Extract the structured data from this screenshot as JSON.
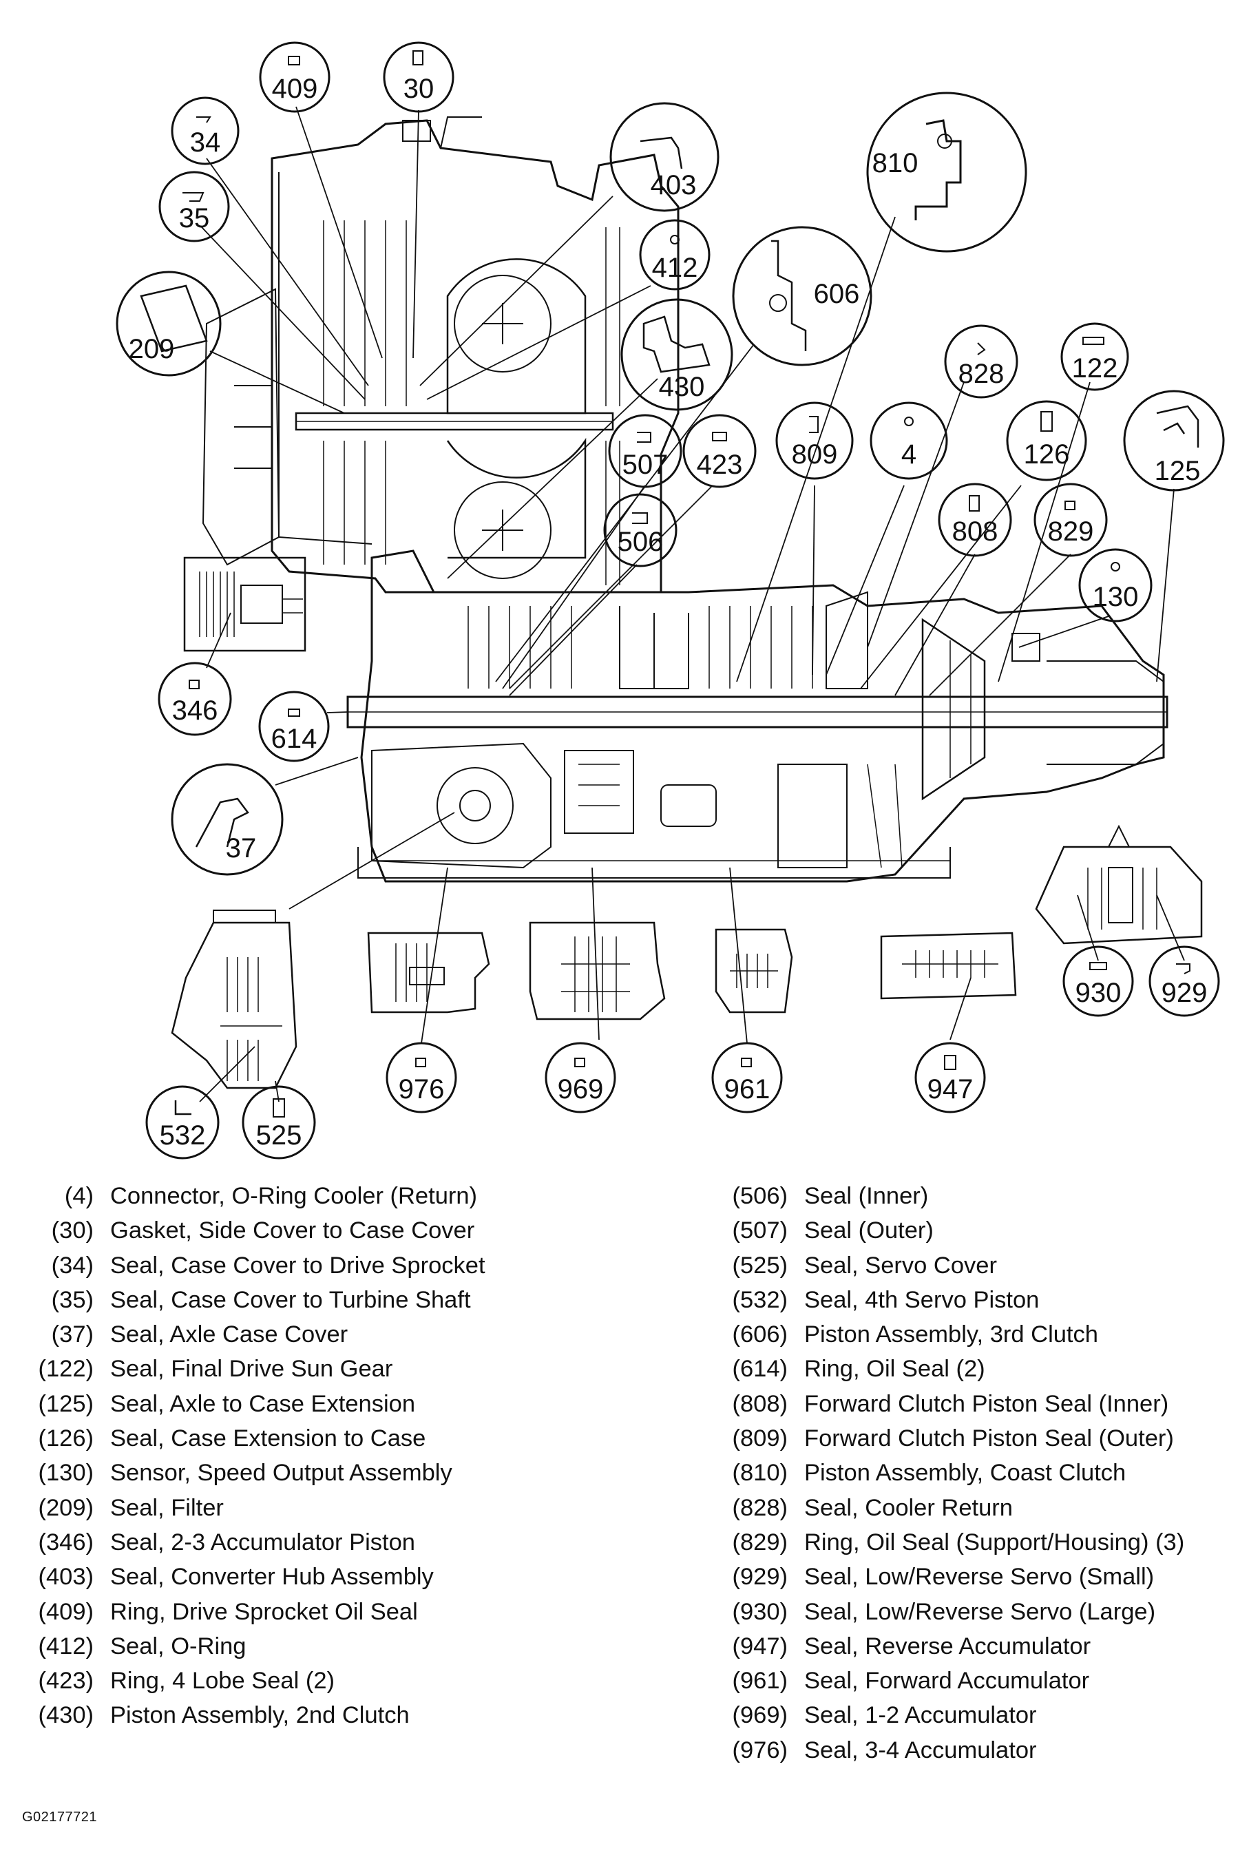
{
  "callouts": [
    {
      "id": "409",
      "label": "409"
    },
    {
      "id": "30",
      "label": "30"
    },
    {
      "id": "34",
      "label": "34"
    },
    {
      "id": "35",
      "label": "35"
    },
    {
      "id": "209",
      "label": "209"
    },
    {
      "id": "403",
      "label": "403"
    },
    {
      "id": "412",
      "label": "412"
    },
    {
      "id": "430",
      "label": "430"
    },
    {
      "id": "606",
      "label": "606"
    },
    {
      "id": "810",
      "label": "810"
    },
    {
      "id": "828",
      "label": "828"
    },
    {
      "id": "122",
      "label": "122"
    },
    {
      "id": "125",
      "label": "125"
    },
    {
      "id": "507",
      "label": "507"
    },
    {
      "id": "423",
      "label": "423"
    },
    {
      "id": "809",
      "label": "809"
    },
    {
      "id": "4",
      "label": "4"
    },
    {
      "id": "126",
      "label": "126"
    },
    {
      "id": "506",
      "label": "506"
    },
    {
      "id": "808",
      "label": "808"
    },
    {
      "id": "829",
      "label": "829"
    },
    {
      "id": "130",
      "label": "130"
    },
    {
      "id": "346",
      "label": "346"
    },
    {
      "id": "614",
      "label": "614"
    },
    {
      "id": "37",
      "label": "37"
    },
    {
      "id": "930",
      "label": "930"
    },
    {
      "id": "929",
      "label": "929"
    },
    {
      "id": "976",
      "label": "976"
    },
    {
      "id": "969",
      "label": "969"
    },
    {
      "id": "961",
      "label": "961"
    },
    {
      "id": "947",
      "label": "947"
    },
    {
      "id": "532",
      "label": "532"
    },
    {
      "id": "525",
      "label": "525"
    }
  ],
  "legend_left": [
    {
      "num": "(4)",
      "desc": "Connector, O-Ring Cooler (Return)"
    },
    {
      "num": "(30)",
      "desc": "Gasket, Side Cover to Case Cover"
    },
    {
      "num": "(34)",
      "desc": "Seal, Case Cover to Drive Sprocket"
    },
    {
      "num": "(35)",
      "desc": "Seal, Case Cover to Turbine Shaft"
    },
    {
      "num": "(37)",
      "desc": "Seal, Axle Case Cover"
    },
    {
      "num": "(122)",
      "desc": "Seal, Final Drive Sun Gear"
    },
    {
      "num": "(125)",
      "desc": "Seal, Axle to Case Extension"
    },
    {
      "num": "(126)",
      "desc": "Seal, Case Extension to Case"
    },
    {
      "num": "(130)",
      "desc": "Sensor, Speed Output Assembly"
    },
    {
      "num": "(209)",
      "desc": "Seal, Filter"
    },
    {
      "num": "(346)",
      "desc": "Seal, 2-3 Accumulator Piston"
    },
    {
      "num": "(403)",
      "desc": "Seal, Converter Hub Assembly"
    },
    {
      "num": "(409)",
      "desc": "Ring, Drive Sprocket Oil Seal"
    },
    {
      "num": "(412)",
      "desc": "Seal, O-Ring"
    },
    {
      "num": "(423)",
      "desc": "Ring, 4 Lobe Seal (2)"
    },
    {
      "num": "(430)",
      "desc": "Piston Assembly, 2nd Clutch"
    }
  ],
  "legend_right": [
    {
      "num": "(506)",
      "desc": "Seal (Inner)"
    },
    {
      "num": "(507)",
      "desc": "Seal (Outer)"
    },
    {
      "num": "(525)",
      "desc": "Seal, Servo Cover"
    },
    {
      "num": "(532)",
      "desc": "Seal, 4th Servo Piston"
    },
    {
      "num": "(606)",
      "desc": "Piston Assembly, 3rd Clutch"
    },
    {
      "num": "(614)",
      "desc": "Ring, Oil Seal (2)"
    },
    {
      "num": "(808)",
      "desc": "Forward Clutch Piston Seal (Inner)"
    },
    {
      "num": "(809)",
      "desc": "Forward Clutch Piston Seal (Outer)"
    },
    {
      "num": "(810)",
      "desc": "Piston Assembly, Coast Clutch"
    },
    {
      "num": "(828)",
      "desc": "Seal, Cooler Return"
    },
    {
      "num": "(829)",
      "desc": "Ring, Oil Seal (Support/Housing) (3)"
    },
    {
      "num": "(929)",
      "desc": "Seal, Low/Reverse Servo (Small)"
    },
    {
      "num": "(930)",
      "desc": "Seal, Low/Reverse Servo (Large)"
    },
    {
      "num": "(947)",
      "desc": "Seal, Reverse Accumulator"
    },
    {
      "num": "(961)",
      "desc": "Seal, Forward Accumulator"
    },
    {
      "num": "(969)",
      "desc": "Seal, 1-2 Accumulator"
    },
    {
      "num": "(976)",
      "desc": "Seal, 3-4 Accumulator"
    }
  ],
  "figure_id": "G02177721"
}
